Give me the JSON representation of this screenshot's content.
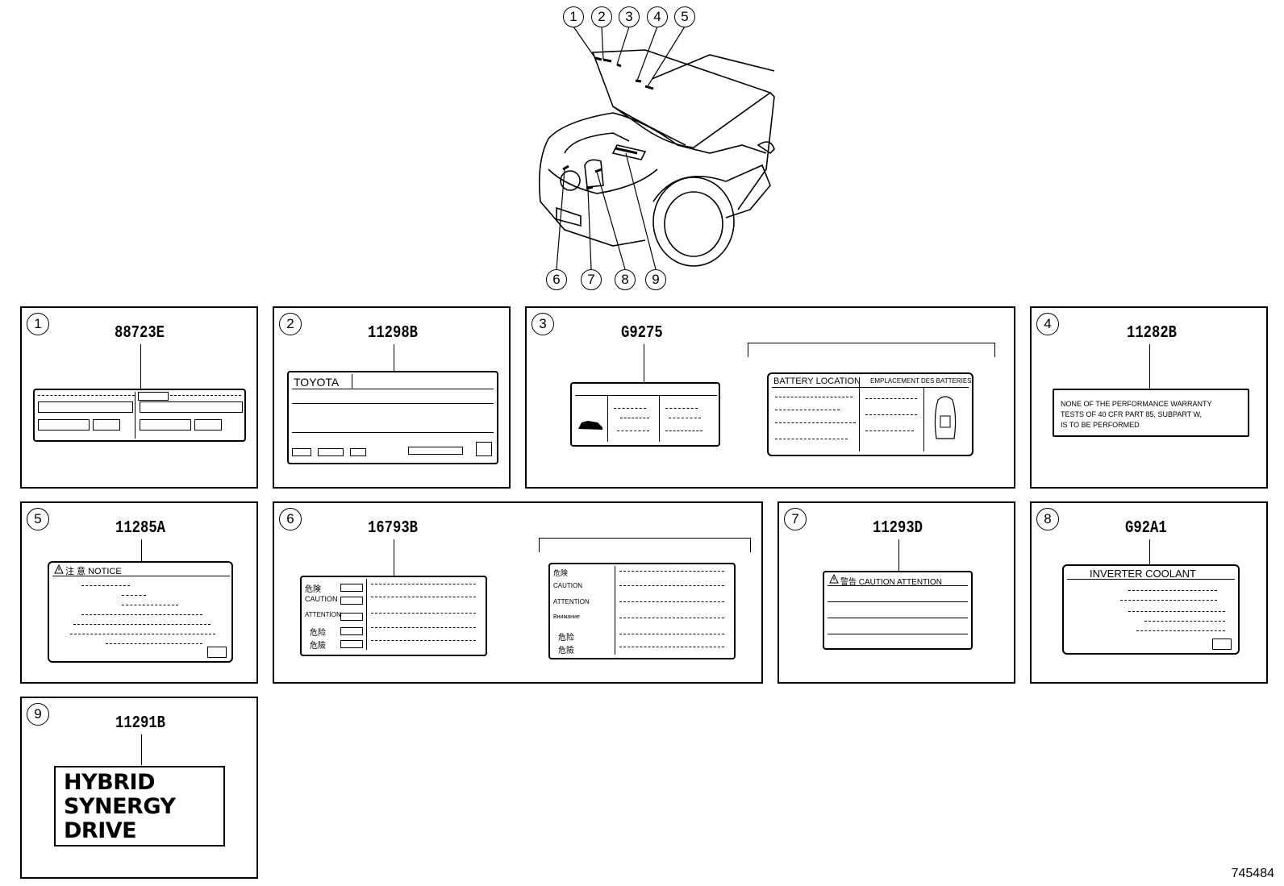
{
  "overview": {
    "callouts_top": [
      "1",
      "2",
      "3",
      "4",
      "5"
    ],
    "callouts_bottom": [
      "6",
      "7",
      "8",
      "9"
    ]
  },
  "panels": [
    {
      "num": "1",
      "part": "88723E"
    },
    {
      "num": "2",
      "part": "11298B",
      "text": "TOYOTA"
    },
    {
      "num": "3",
      "part": "G9275",
      "alt_text_1": "BATTERY LOCATION",
      "alt_text_2": "EMPLACEMENT DES BATTERIES"
    },
    {
      "num": "4",
      "part": "11282B",
      "lines": [
        "NONE OF THE PERFORMANCE WARRANTY",
        "TESTS OF 40 CFR PART 85, SUBPART W,",
        "IS TO BE PERFORMED"
      ]
    },
    {
      "num": "5",
      "part": "11285A",
      "text": "注 意  NOTICE"
    },
    {
      "num": "6",
      "part": "16793B",
      "rows": [
        "危険",
        "CAUTION",
        "ATTENTION",
        "危险",
        "危險"
      ],
      "rows_alt": [
        "危険",
        "CAUTION",
        "ATTENTION",
        "Внимание",
        "危险",
        "危險"
      ]
    },
    {
      "num": "7",
      "part": "11293D",
      "text": "警告  CAUTION  ATTENTION"
    },
    {
      "num": "8",
      "part": "G92A1",
      "text": "INVERTER COOLANT"
    },
    {
      "num": "9",
      "part": "11291B",
      "lines": [
        "HYBRID",
        "SYNERGY",
        "DRIVE"
      ]
    }
  ],
  "figure_number": "745484"
}
